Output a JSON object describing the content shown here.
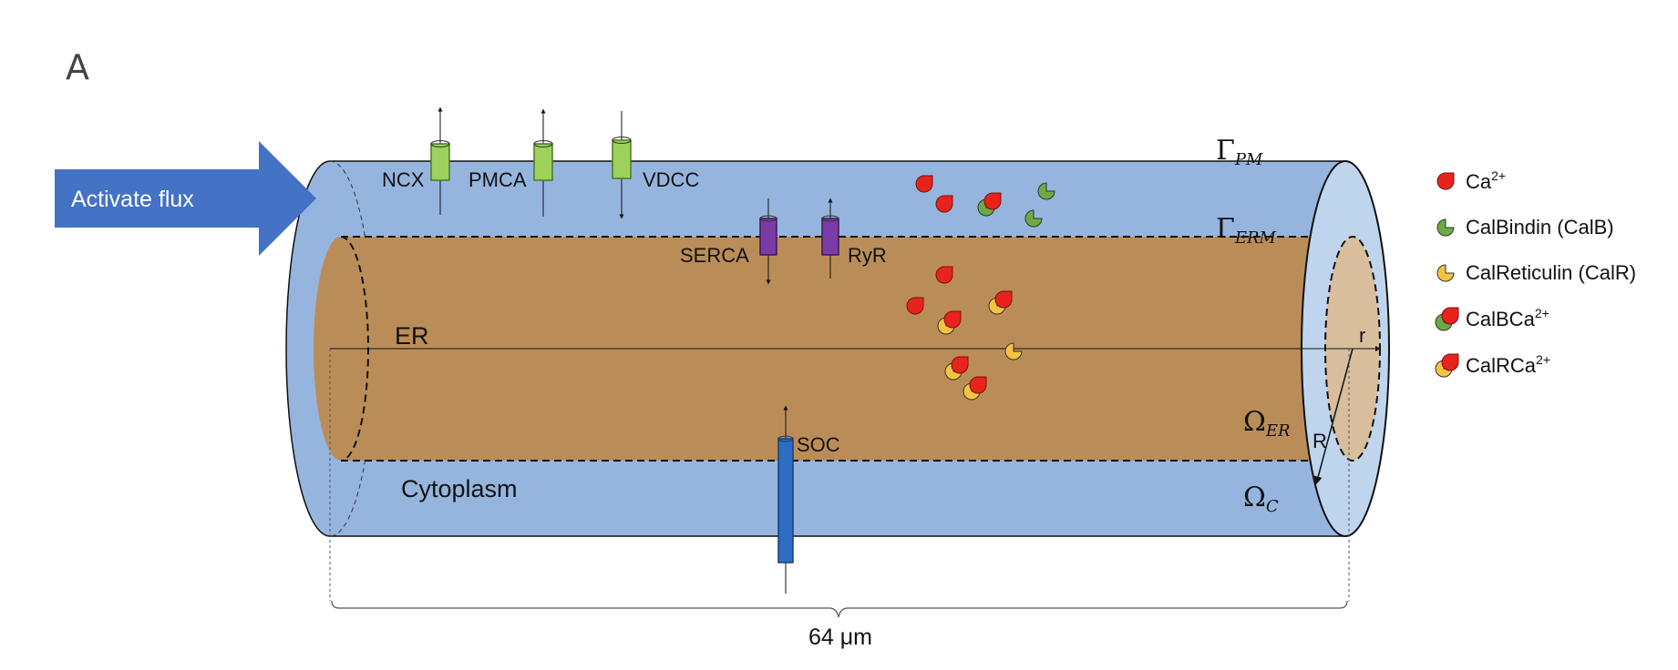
{
  "panel_label": "A",
  "arrow": {
    "label": "Activate flux",
    "color": "#4472C4"
  },
  "channels": {
    "ncx": "NCX",
    "pmca": "PMCA",
    "vdcc": "VDCC",
    "serca": "SERCA",
    "ryr": "RyR",
    "soc": "SOC"
  },
  "regions": {
    "er": "ER",
    "cytoplasm": "Cytoplasm"
  },
  "math_labels": {
    "gamma_pm": {
      "sym": "Γ",
      "sub": "PM"
    },
    "gamma_erm": {
      "sym": "Γ",
      "sub": "ERM"
    },
    "omega_er": {
      "sym": "Ω",
      "sub": "ER"
    },
    "omega_c": {
      "sym": "Ω",
      "sub": "C"
    },
    "r_small": "r",
    "r_big": "R"
  },
  "dimension": "64 μm",
  "legend": [
    {
      "text": "Ca",
      "sup": "2+"
    },
    {
      "text": "CalBindin (CalB)",
      "sup": ""
    },
    {
      "text": "CalReticulin (CalR)",
      "sup": ""
    },
    {
      "text": "CalBCa",
      "sup": "2+"
    },
    {
      "text": "CalRCa",
      "sup": "2+"
    }
  ],
  "colors": {
    "cytoplasm": "#95B5DE",
    "er": "#BA8D58",
    "end_cap": "#BFD5EE",
    "ca": "#E8231C",
    "calb": "#6DAA45",
    "calr": "#F6C341",
    "pm_channel": "#9CD15C",
    "er_channel": "#7A3BA6",
    "soc_channel": "#2F6DC3"
  }
}
